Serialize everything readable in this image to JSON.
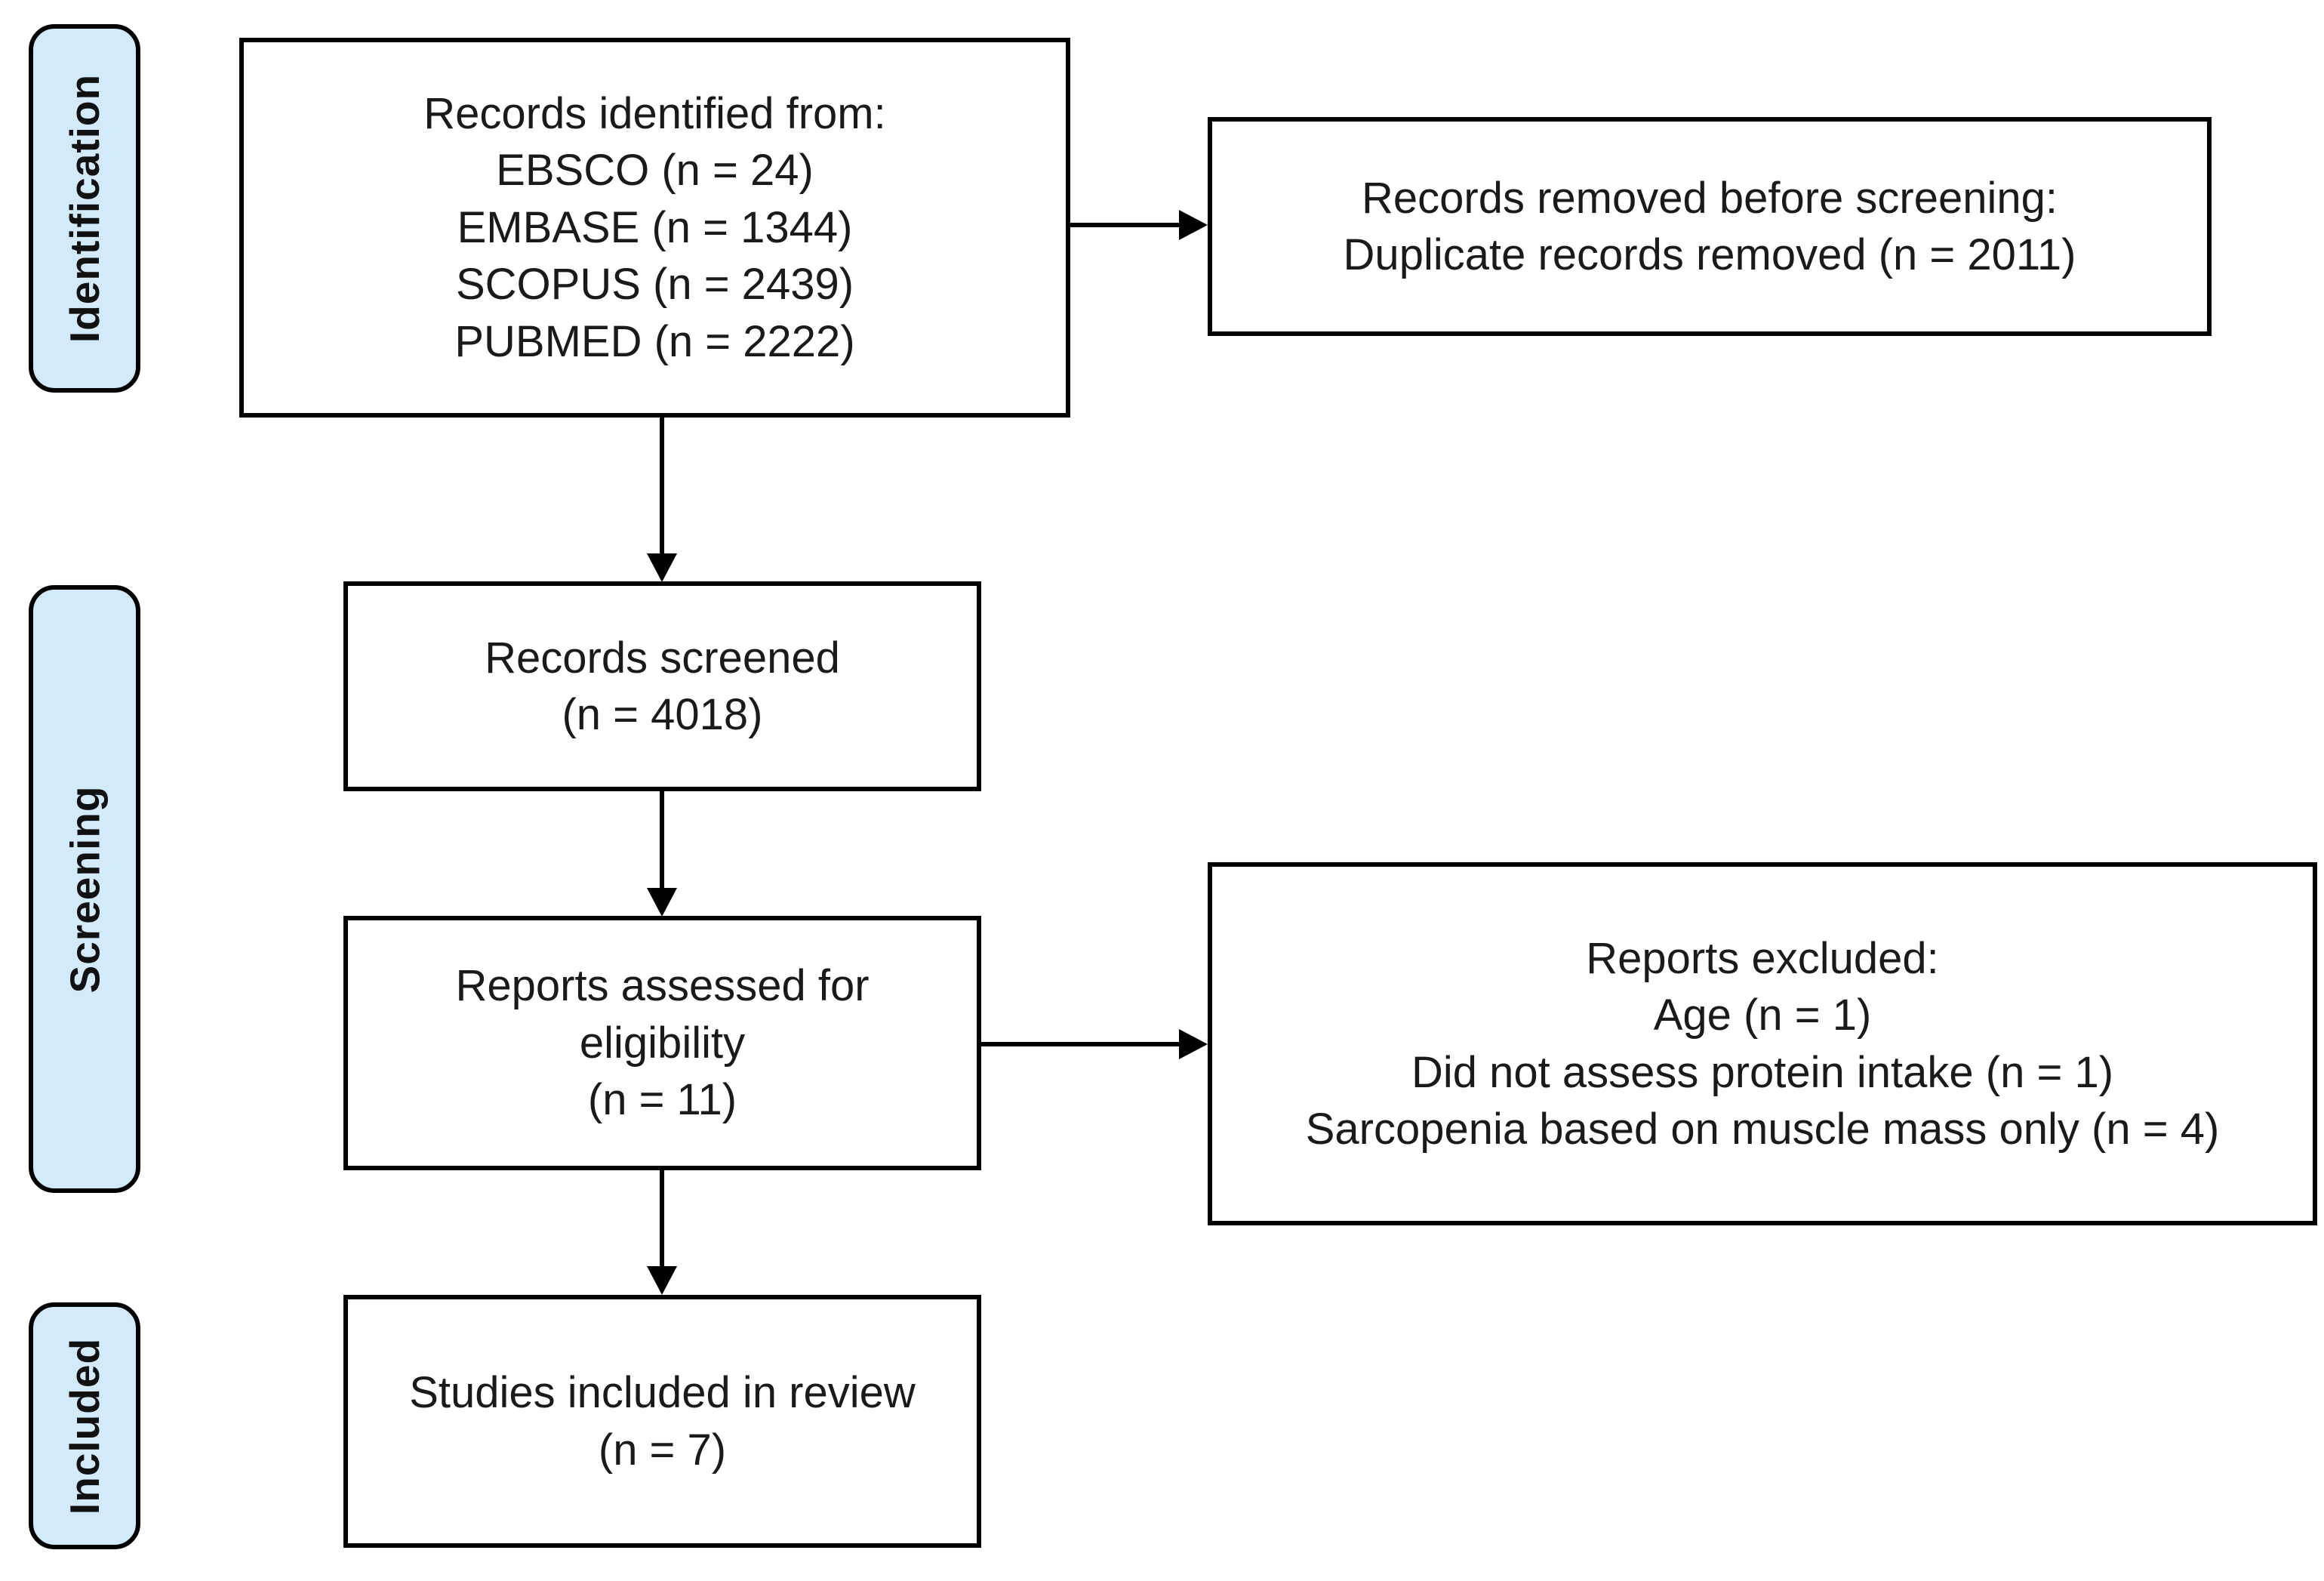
{
  "colors": {
    "background": "#ffffff",
    "box_fill": "#ffffff",
    "box_border": "#000000",
    "stage_fill": "#d3eafb",
    "text": "#1a1a1a"
  },
  "stages": [
    {
      "label": "Identification"
    },
    {
      "label": "Screening"
    },
    {
      "label": "Included"
    }
  ],
  "boxes": {
    "records_identified": {
      "lines": [
        "Records identified from:",
        "EBSCO (n = 24)",
        "EMBASE (n = 1344)",
        "SCOPUS (n = 2439)",
        "PUBMED (n = 2222)"
      ]
    },
    "records_removed": {
      "lines": [
        "Records removed before screening:",
        "Duplicate records removed (n = 2011)"
      ]
    },
    "records_screened": {
      "lines": [
        "Records screened",
        "(n = 4018)"
      ]
    },
    "reports_assessed": {
      "lines": [
        "Reports assessed for",
        "eligibility",
        "(n = 11)"
      ]
    },
    "reports_excluded": {
      "lines": [
        "Reports excluded:",
        "Age (n = 1)",
        "Did not assess protein intake (n = 1)",
        "Sarcopenia based on muscle mass only (n = 4)"
      ]
    },
    "studies_included": {
      "lines": [
        "Studies included in review",
        "(n = 7)"
      ]
    }
  }
}
